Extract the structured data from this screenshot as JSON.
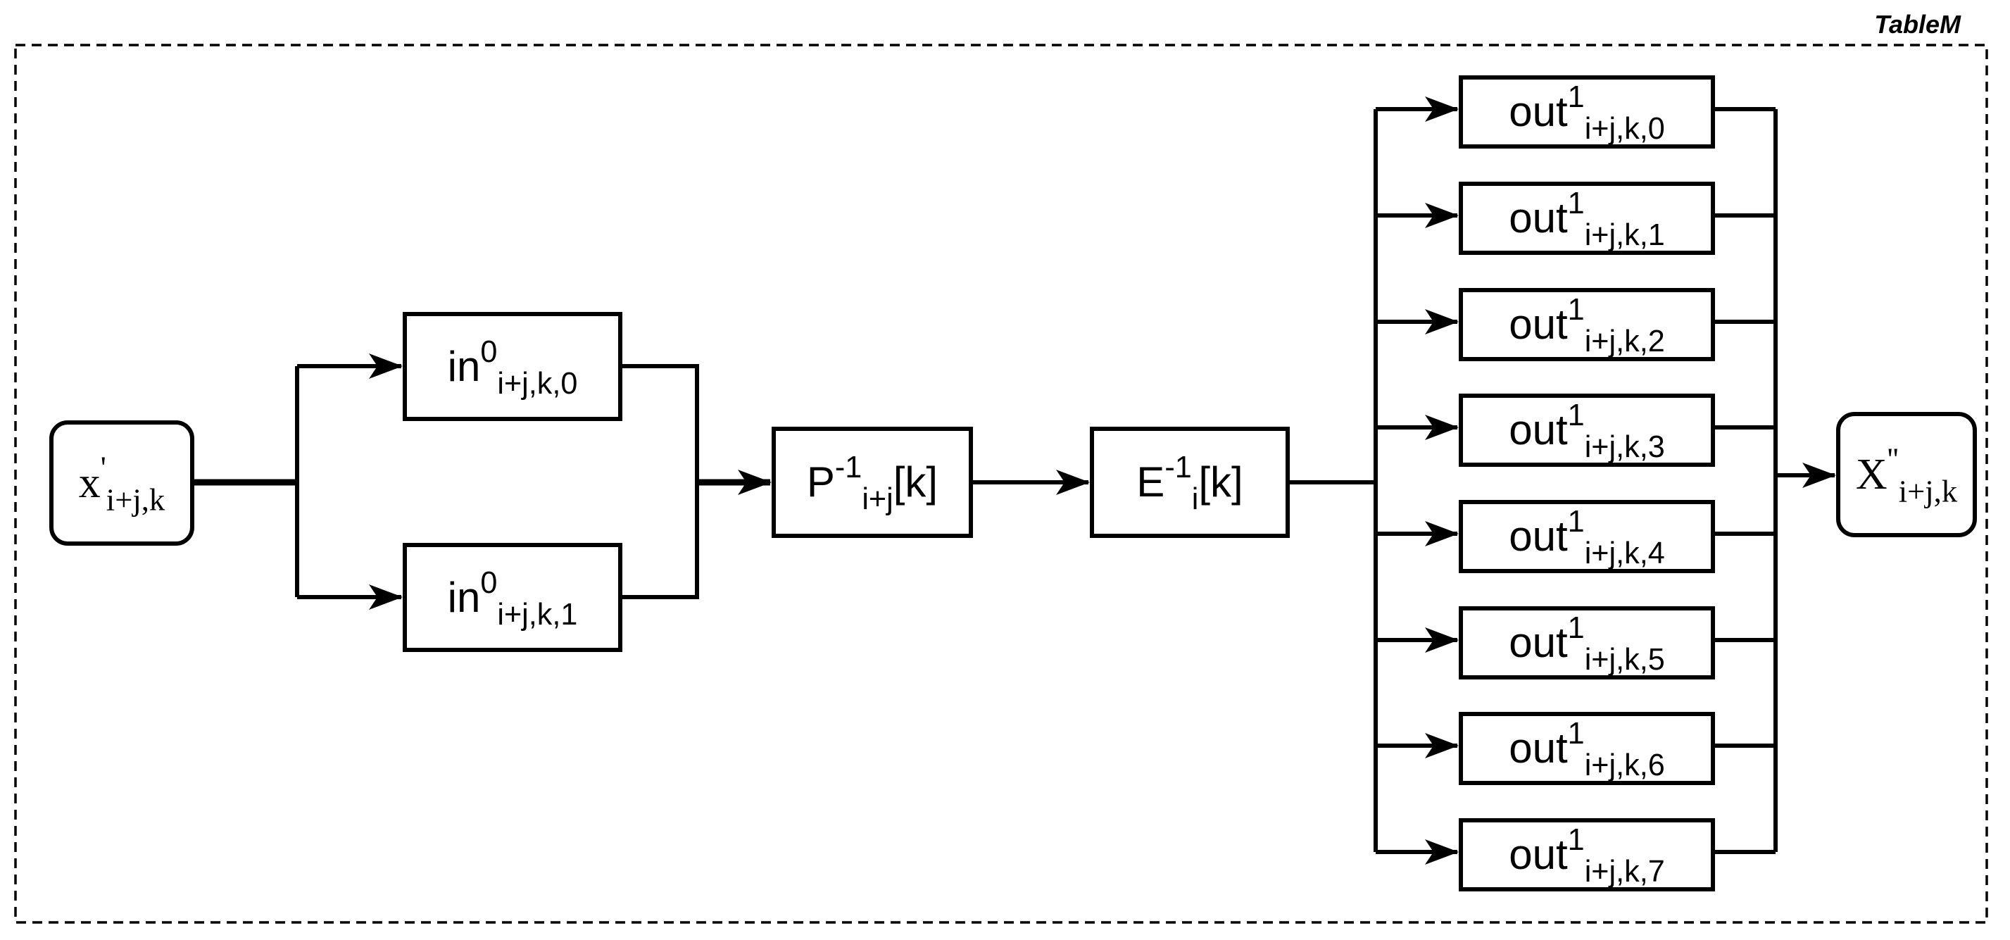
{
  "frame": {
    "label": "TableM"
  },
  "nodes": {
    "x_in": {
      "base": "x",
      "sup": "'",
      "sub": "i+j,k"
    },
    "in0_0": {
      "base": "in",
      "sup": "0",
      "sub": "i+j,k,0"
    },
    "in0_1": {
      "base": "in",
      "sup": "0",
      "sub": "i+j,k,1"
    },
    "p_inv": {
      "base": "P",
      "sup": "-1",
      "sub": "i+j",
      "tail": "[k]"
    },
    "e_inv": {
      "base": "E",
      "sup": "-1",
      "sub": "i",
      "tail": "[k]"
    },
    "outs": [
      {
        "base": "out",
        "sup": "1",
        "sub": "i+j,k,0"
      },
      {
        "base": "out",
        "sup": "1",
        "sub": "i+j,k,1"
      },
      {
        "base": "out",
        "sup": "1",
        "sub": "i+j,k,2"
      },
      {
        "base": "out",
        "sup": "1",
        "sub": "i+j,k,3"
      },
      {
        "base": "out",
        "sup": "1",
        "sub": "i+j,k,4"
      },
      {
        "base": "out",
        "sup": "1",
        "sub": "i+j,k,5"
      },
      {
        "base": "out",
        "sup": "1",
        "sub": "i+j,k,6"
      },
      {
        "base": "out",
        "sup": "1",
        "sub": "i+j,k,7"
      }
    ],
    "x_out": {
      "base": "X",
      "sup": "''",
      "sub": "i+j,k"
    }
  },
  "colors": {
    "stroke": "#000000",
    "background": "#ffffff"
  }
}
